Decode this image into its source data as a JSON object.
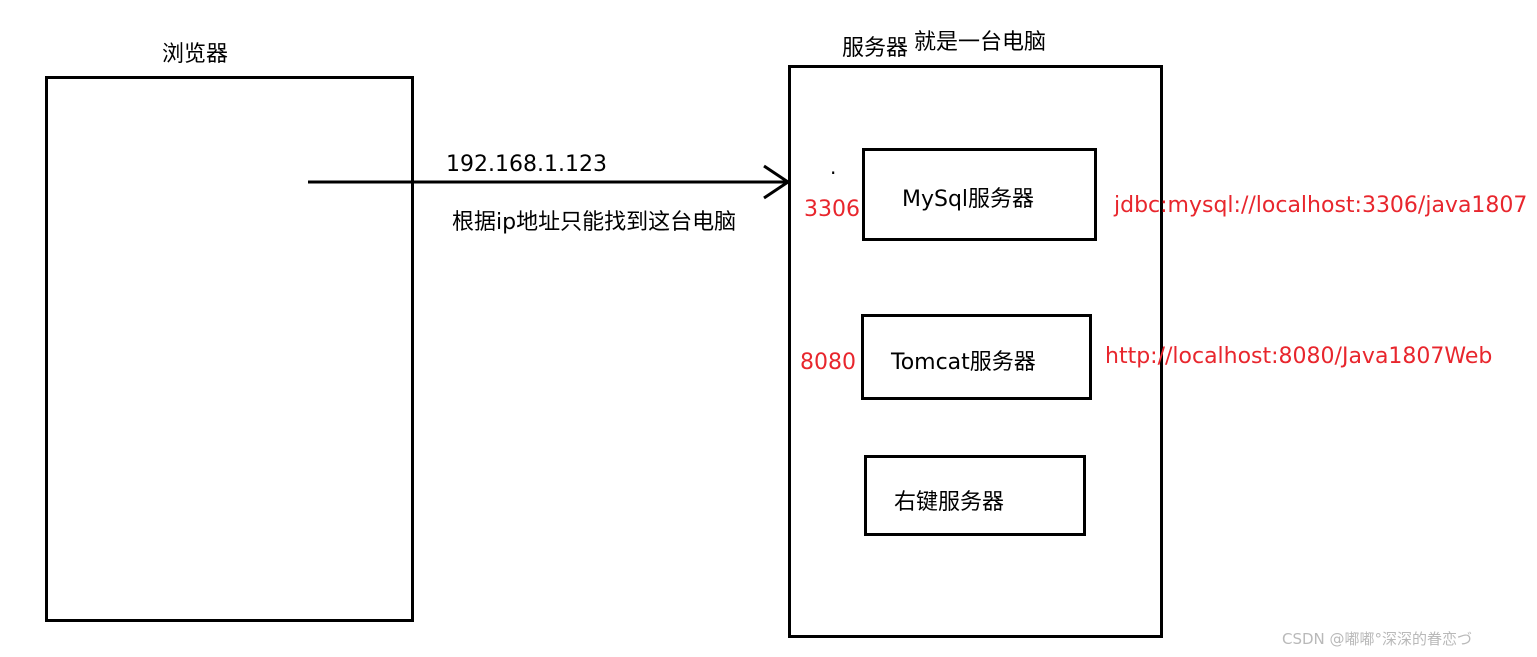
{
  "browser": {
    "title": "浏览器"
  },
  "server": {
    "title": "服务器",
    "subtitle": "就是一台电脑",
    "dot": ".",
    "components": {
      "mysql": {
        "label": "MySql服务器",
        "port": "3306",
        "url": "jdbc:mysql://localhost:3306/java1807"
      },
      "tomcat": {
        "label": "Tomcat服务器",
        "port": "8080",
        "url": "http://localhost:8080/Java1807Web"
      },
      "other": {
        "label": "右键服务器"
      }
    }
  },
  "connection": {
    "ip": "192.168.1.123",
    "note": "根据ip地址只能找到这台电脑"
  },
  "watermark": "CSDN @嘟嘟°深深的眷恋づ",
  "colors": {
    "line": "#000000",
    "highlight": "#e8262d",
    "watermark": "#b9b9b9"
  }
}
